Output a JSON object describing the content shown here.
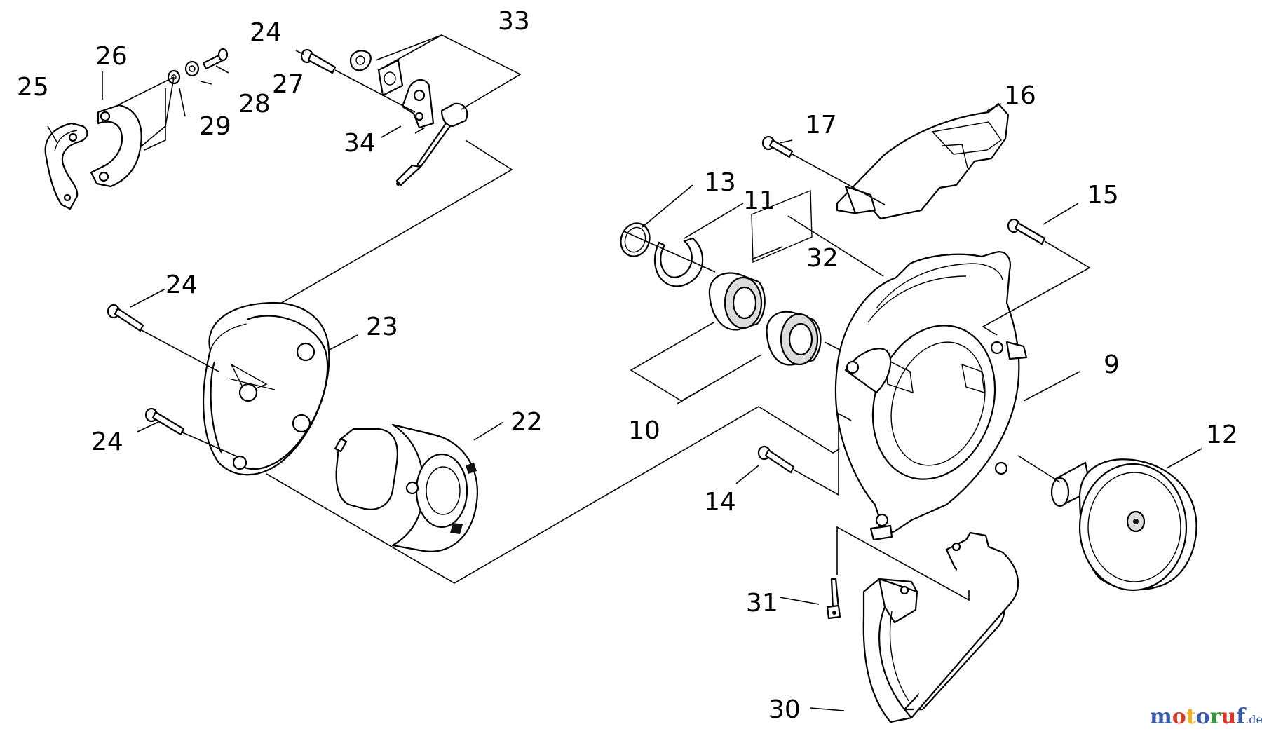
{
  "callouts": {
    "c9": "9",
    "c10": "10",
    "c11": "11",
    "c12": "12",
    "c13": "13",
    "c14": "14",
    "c15": "15",
    "c16": "16",
    "c17": "17",
    "c22": "22",
    "c23": "23",
    "c24a": "24",
    "c24b": "24",
    "c24c": "24",
    "c25": "25",
    "c26": "26",
    "c27": "27",
    "c28": "28",
    "c29": "29",
    "c30": "30",
    "c31": "31",
    "c32": "32",
    "c33": "33",
    "c34": "34"
  },
  "watermark": {
    "text": "motoruf",
    "suffix": ".de",
    "colors": [
      "#3a5aa8",
      "#d23b2a",
      "#f2b01e",
      "#3a5aa8",
      "#2f9a3e",
      "#d23b2a",
      "#3a5aa8"
    ]
  }
}
